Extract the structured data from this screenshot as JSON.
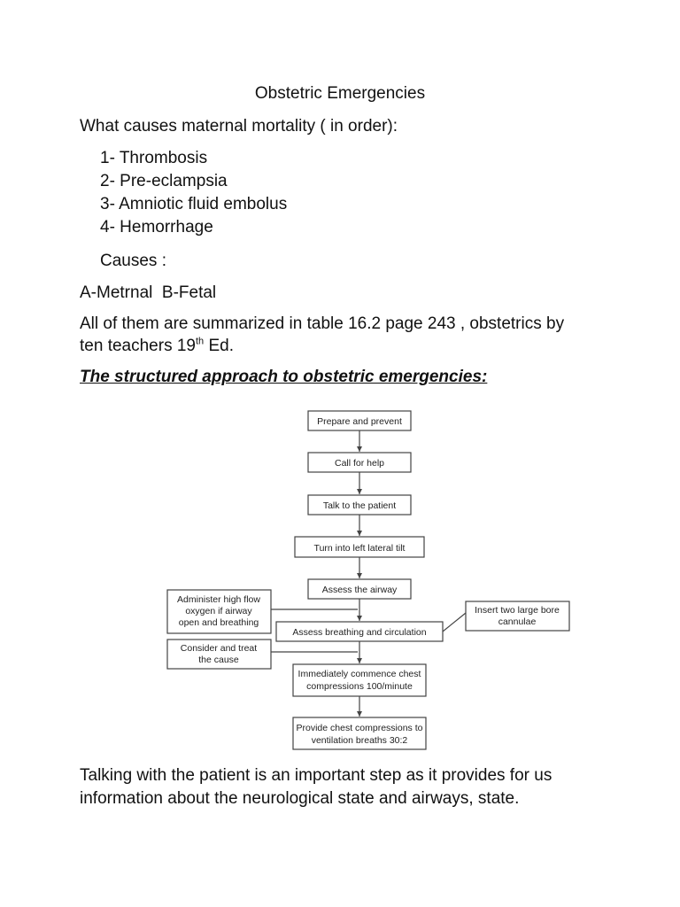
{
  "doc": {
    "title": "Obstetric Emergencies",
    "question": "What causes maternal mortality ( in order):",
    "causes_list": [
      "1- Thrombosis",
      "2- Pre-eclampsia",
      "3- Amniotic fluid embolus",
      "4- Hemorrhage"
    ],
    "causes_label": "Causes :",
    "causes_types": "A-Metrnal  B-Fetal",
    "summary_line1": "All of them are summarized in table 16.2 page 243 , obstetrics by",
    "summary_line2_pre": "ten teachers 19",
    "summary_line2_sup": "th",
    "summary_line2_post": " Ed.",
    "section_heading": "The structured approach to obstetric emergencies:",
    "closing_line1": "Talking with the patient is an important step as it provides for us",
    "closing_line2": "information about the neurological state and airways, state."
  },
  "flowchart": {
    "steps": [
      {
        "lines": [
          "Prepare and prevent"
        ]
      },
      {
        "lines": [
          "Call for help"
        ]
      },
      {
        "lines": [
          "Talk to the patient"
        ]
      },
      {
        "lines": [
          "Turn into left lateral tilt"
        ]
      },
      {
        "lines": [
          "Assess the airway"
        ]
      },
      {
        "lines": [
          "Assess breathing and circulation"
        ]
      },
      {
        "lines": [
          "Immediately commence chest",
          "compressions 100/minute"
        ]
      },
      {
        "lines": [
          "Provide chest compressions to",
          "ventilation breaths 30:2"
        ]
      }
    ],
    "side_left_oxygen": [
      "Administer high flow",
      "oxygen if airway",
      "open and breathing"
    ],
    "side_left_cause": [
      "Consider and treat",
      "the cause"
    ],
    "side_right_cannulae": [
      "Insert two large bore",
      "cannulae"
    ]
  }
}
